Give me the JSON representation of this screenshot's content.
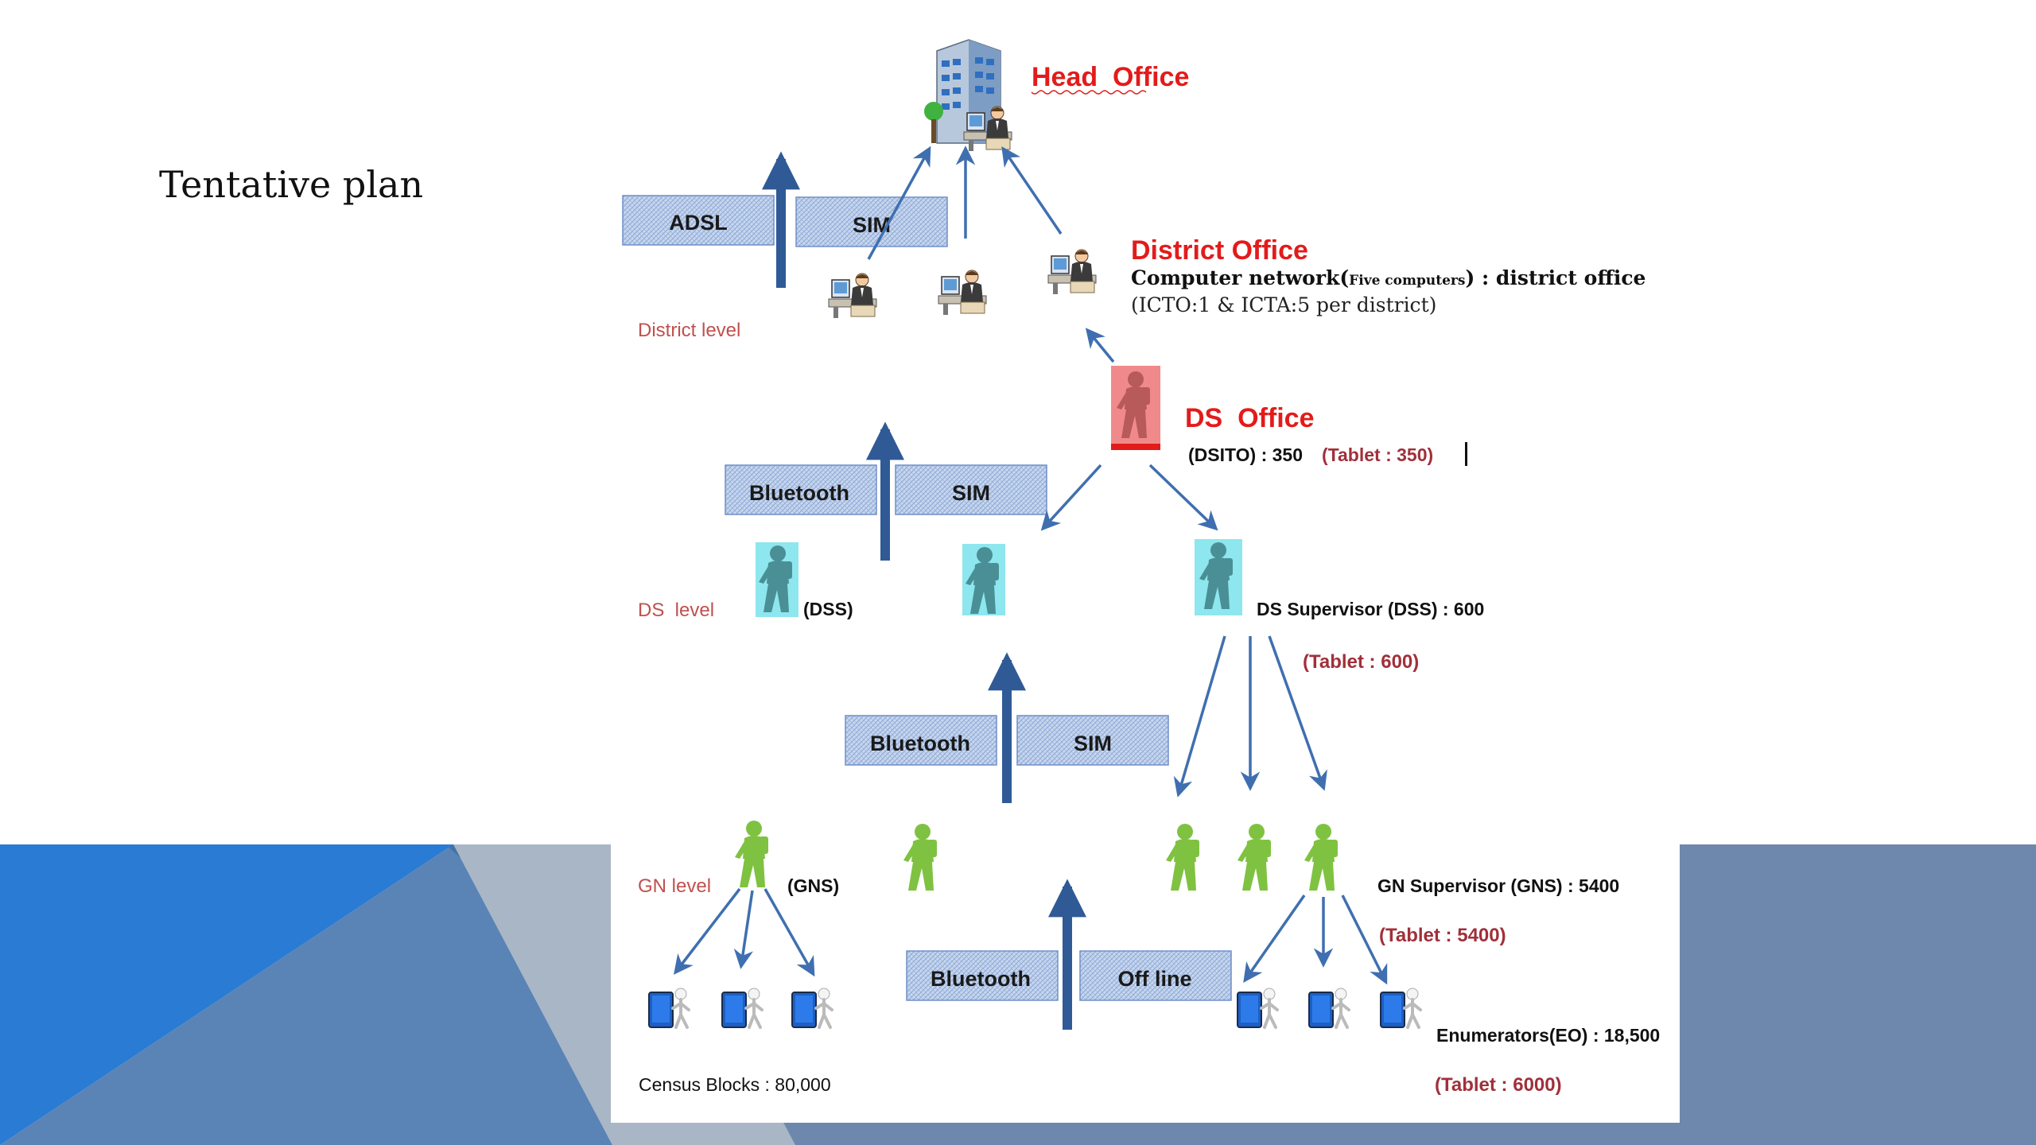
{
  "slide": {
    "title": "Tentative plan"
  },
  "colors": {
    "accent_red": "#e31b1b",
    "level_red": "#c0504d",
    "tablet_red": "#a0303a",
    "arrow_blue": "#3f6fb0",
    "bar_blue": "#2f5a96",
    "box_fill": "#c8d7ee",
    "deco_blue": "#2a7bd4",
    "deco_gray": "#6d88ac"
  },
  "icons": [
    "office-building-icon",
    "person-at-computer-icon",
    "surveyor-person-icon",
    "tablet-user-icon"
  ],
  "diagram": {
    "head_office": {
      "title": "Head  Office"
    },
    "district_office": {
      "title": "District Office",
      "network_prefix": "Computer network(",
      "network_small": "Five computers",
      "network_suffix": ")  :  district office",
      "staff": "(ICTO:1 & ICTA:5 per district)"
    },
    "ds_office": {
      "title": "DS  Office",
      "dsito": "(DSITO) : 350",
      "tablet": "(Tablet : 350)"
    },
    "levels": {
      "district": "District level",
      "ds": "DS  level",
      "gn": "GN level"
    },
    "ds_supervisor": {
      "dss_tag": "(DSS)",
      "label": "DS Supervisor (DSS) : 600",
      "tablet": "(Tablet : 600)"
    },
    "gn_supervisor": {
      "gns_tag": "(GNS)",
      "label": "GN Supervisor (GNS) : 5400",
      "tablet": "(Tablet : 5400)"
    },
    "enumerators": {
      "label": "Enumerators(EO) : 18,500",
      "tablet": "(Tablet : 6000)"
    },
    "census_blocks": "Census Blocks : 80,000",
    "channels": {
      "district": [
        "ADSL",
        "SIM"
      ],
      "ds": [
        "Bluetooth",
        "SIM"
      ],
      "gn": [
        "Bluetooth",
        "SIM"
      ],
      "enumerator": [
        "Bluetooth",
        "Off line"
      ]
    }
  }
}
